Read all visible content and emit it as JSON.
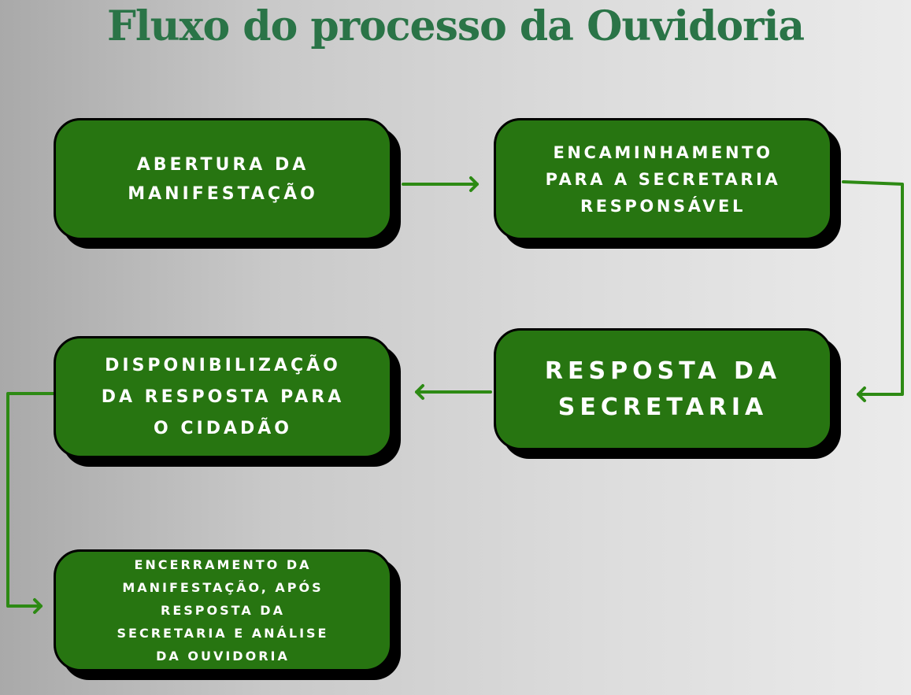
{
  "title": "Fluxo do processo da Ouvidoria",
  "colors": {
    "box_fill": "#277511",
    "title": "#2a7447",
    "arrow": "#2d8a14"
  },
  "steps": [
    {
      "lines": [
        "ABERTURA DA",
        "MANIFESTAÇÃO"
      ]
    },
    {
      "lines": [
        "ENCAMINHAMENTO",
        "PARA A SECRETARIA",
        "RESPONSÁVEL"
      ]
    },
    {
      "lines": [
        "RESPOSTA DA",
        "SECRETARIA"
      ]
    },
    {
      "lines": [
        "DISPONIBILIZAÇÃO",
        "DA RESPOSTA PARA",
        "O CIDADÃO"
      ]
    },
    {
      "lines": [
        "ENCERRAMENTO DA",
        "MANIFESTAÇÃO, APÓS",
        "RESPOSTA DA",
        "SECRETARIA E ANÁLISE",
        "DA OUVIDORIA"
      ]
    }
  ]
}
